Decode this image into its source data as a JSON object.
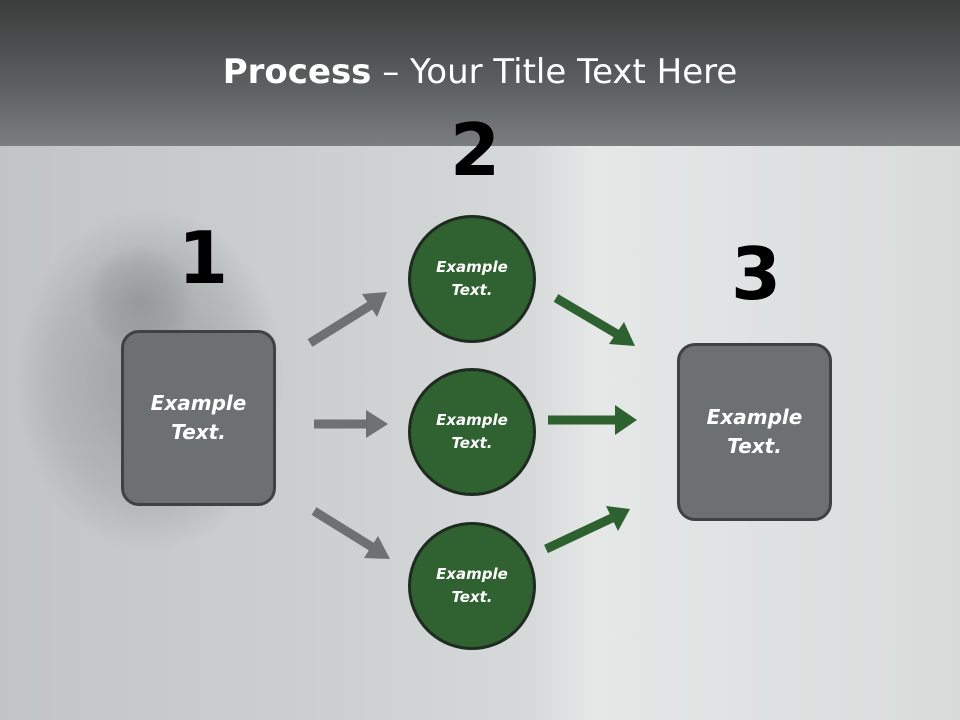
{
  "slide": {
    "title_bold": "Process",
    "title_rest": " – Your Title Text Here"
  },
  "steps": {
    "step1": {
      "number": "1",
      "text": "Example Text."
    },
    "step2": {
      "number": "2",
      "circles": [
        {
          "text": "Example Text."
        },
        {
          "text": "Example Text."
        },
        {
          "text": "Example Text."
        }
      ]
    },
    "step3": {
      "number": "3",
      "text": "Example Text."
    }
  },
  "colors": {
    "header_dark": "#3b3d3d",
    "box_fill": "#6d7070",
    "circle_fill": "#2f6131",
    "gray_arrow": "#6e7171",
    "green_arrow": "#2e6130"
  }
}
